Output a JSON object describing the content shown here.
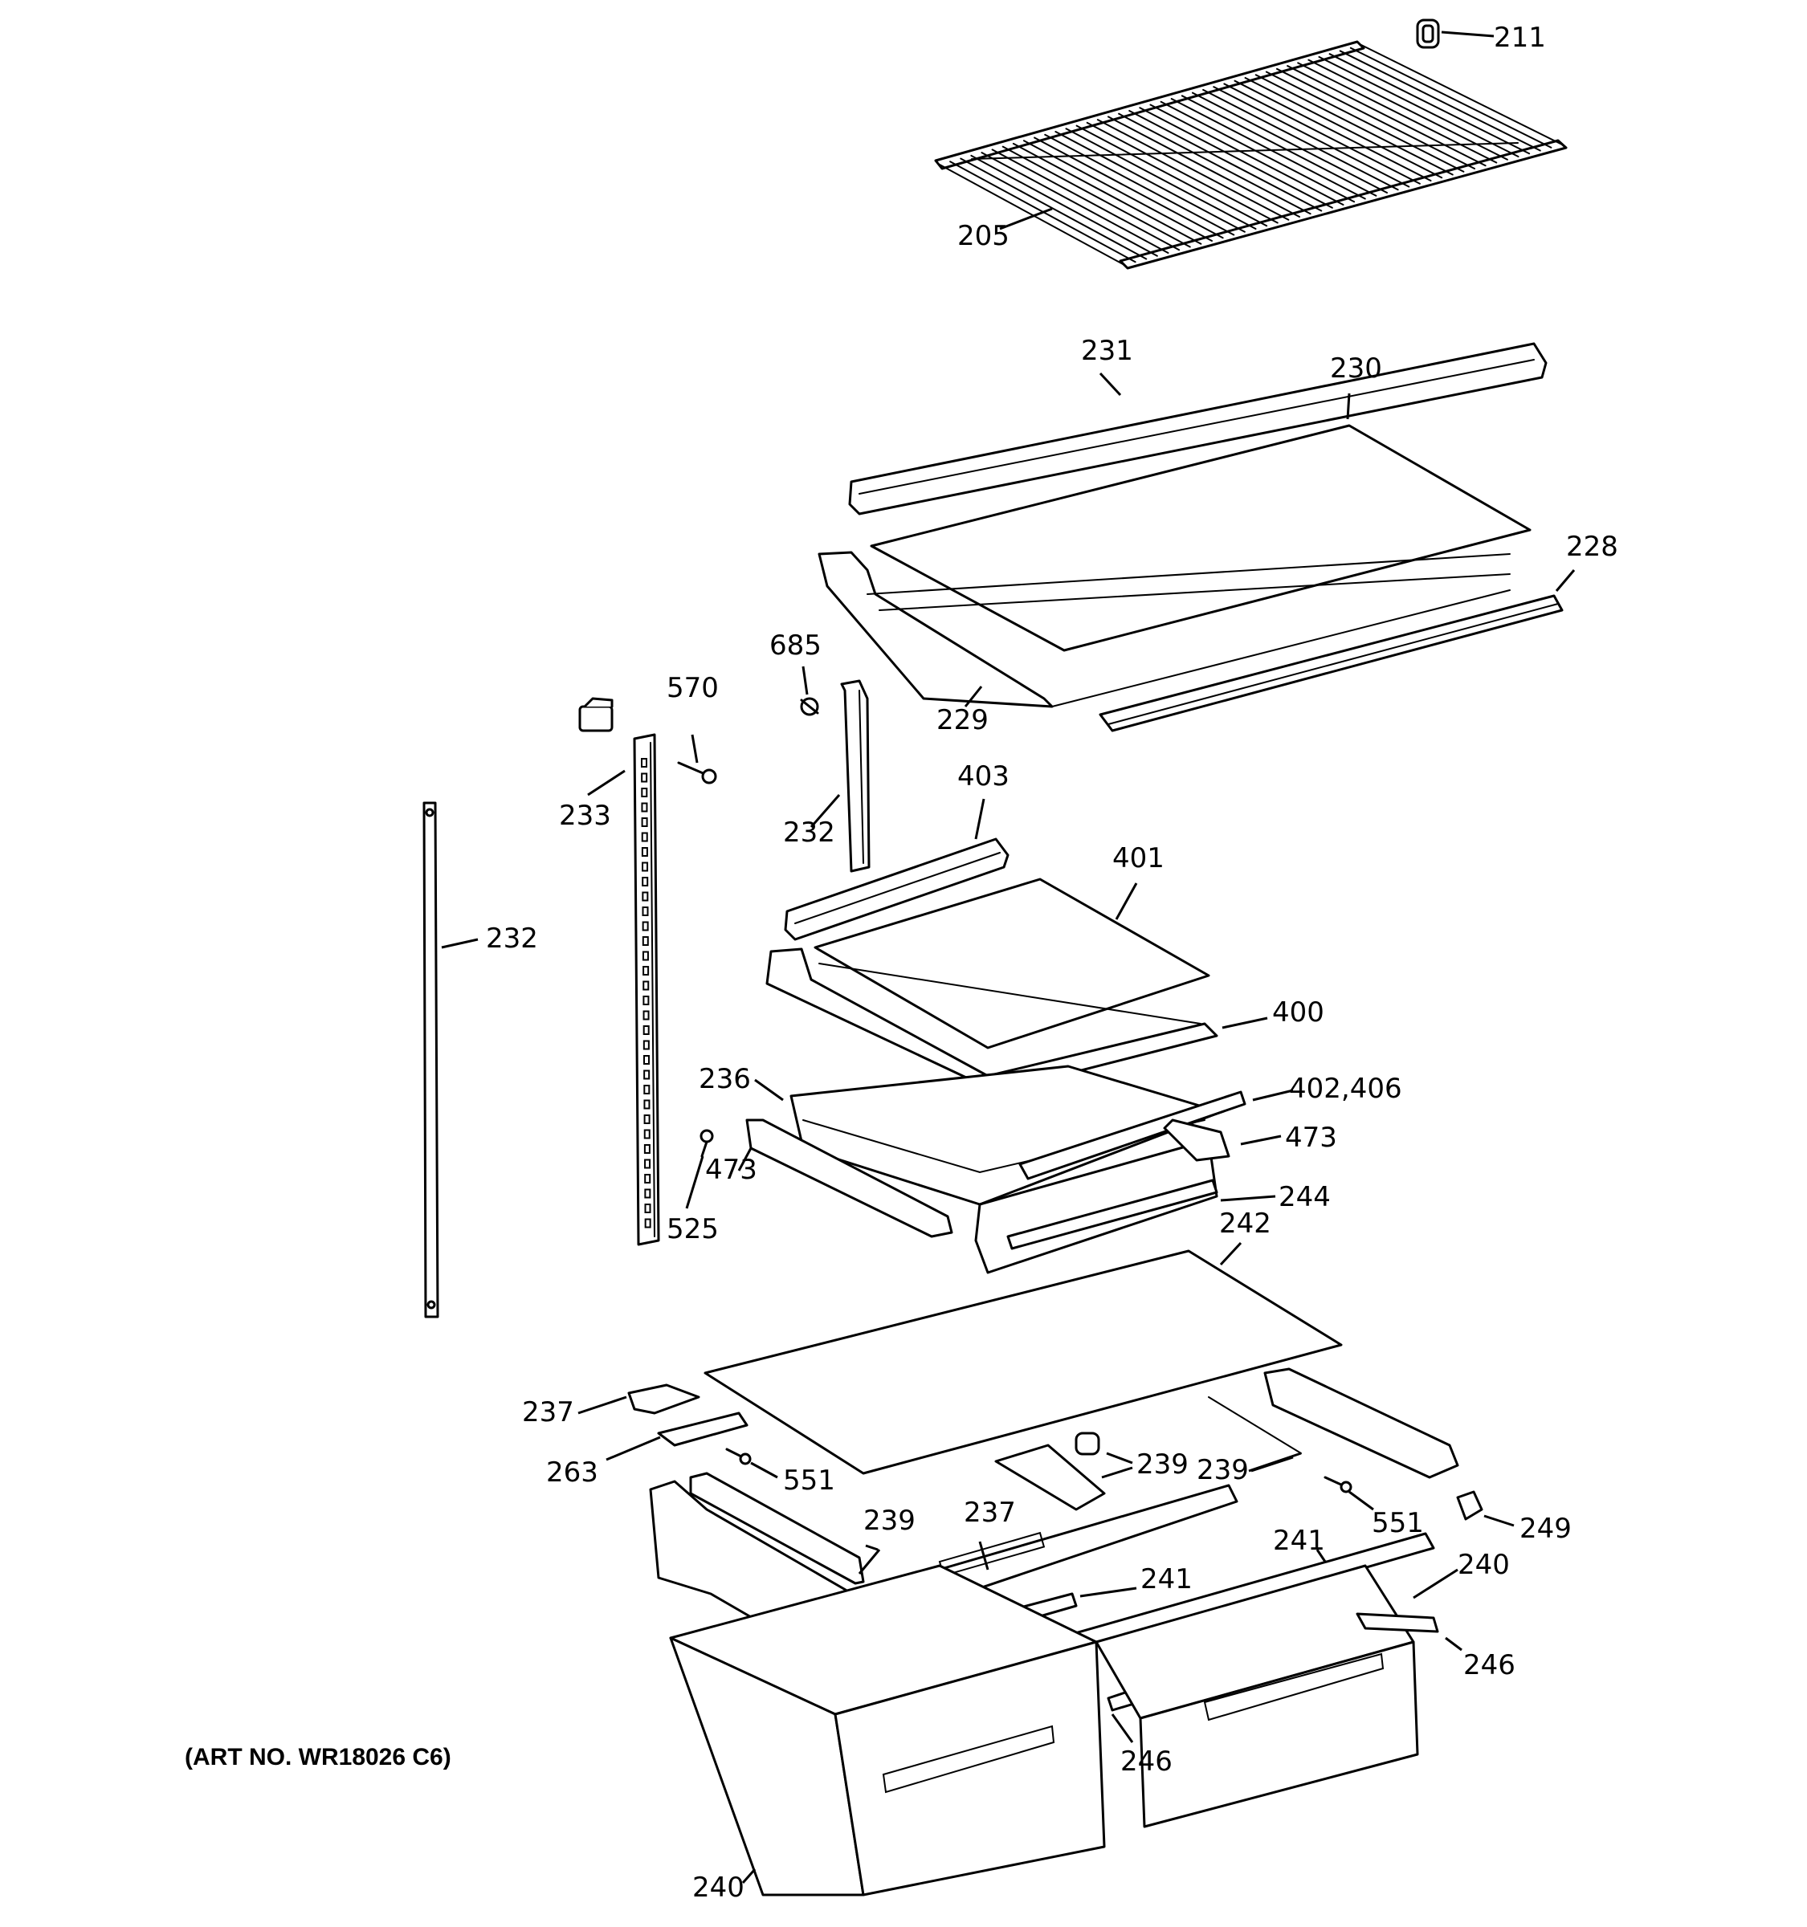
{
  "diagram": {
    "art_number": "(ART NO. WR18026 C6)",
    "callouts": [
      {
        "key": "p205",
        "label": "205"
      },
      {
        "key": "p211",
        "label": "211"
      },
      {
        "key": "p231",
        "label": "231"
      },
      {
        "key": "p230",
        "label": "230"
      },
      {
        "key": "p228",
        "label": "228"
      },
      {
        "key": "p229",
        "label": "229"
      },
      {
        "key": "p685",
        "label": "685"
      },
      {
        "key": "p570",
        "label": "570"
      },
      {
        "key": "p233",
        "label": "233"
      },
      {
        "key": "p232a",
        "label": "232"
      },
      {
        "key": "p232b",
        "label": "232"
      },
      {
        "key": "p403",
        "label": "403"
      },
      {
        "key": "p401",
        "label": "401"
      },
      {
        "key": "p400",
        "label": "400"
      },
      {
        "key": "p236",
        "label": "236"
      },
      {
        "key": "p402",
        "label": "402,406"
      },
      {
        "key": "p473a",
        "label": "473"
      },
      {
        "key": "p473b",
        "label": "473"
      },
      {
        "key": "p525",
        "label": "525"
      },
      {
        "key": "p244",
        "label": "244"
      },
      {
        "key": "p242",
        "label": "242"
      },
      {
        "key": "p237a",
        "label": "237"
      },
      {
        "key": "p263",
        "label": "263"
      },
      {
        "key": "p551a",
        "label": "551"
      },
      {
        "key": "p239a",
        "label": "239"
      },
      {
        "key": "p239b",
        "label": "239"
      },
      {
        "key": "p239c",
        "label": "239"
      },
      {
        "key": "p551b",
        "label": "551"
      },
      {
        "key": "p249",
        "label": "249"
      },
      {
        "key": "p237b",
        "label": "237"
      },
      {
        "key": "p241a",
        "label": "241"
      },
      {
        "key": "p241b",
        "label": "241"
      },
      {
        "key": "p240a",
        "label": "240"
      },
      {
        "key": "p246a",
        "label": "246"
      },
      {
        "key": "p246b",
        "label": "246"
      },
      {
        "key": "p240b",
        "label": "240"
      }
    ]
  }
}
